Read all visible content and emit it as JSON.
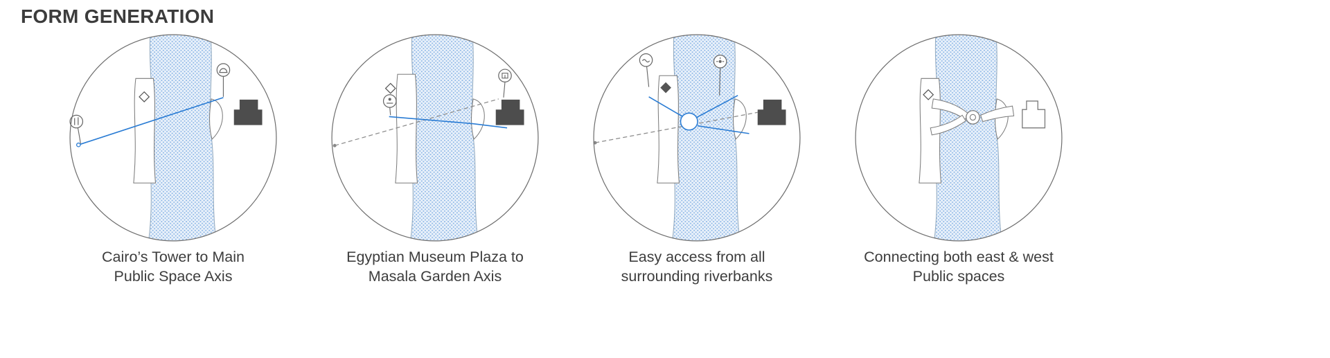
{
  "title": "FORM GENERATION",
  "colors": {
    "axis_blue": "#2a7cd4",
    "dashed_gray": "#8a8a8a",
    "outline_gray": "#6e6e6e",
    "river_dot_blue": "#8cb6e6",
    "river_bg": "#e9f1fa",
    "building_dark": "#4d4d4d",
    "text": "#3d3d3d"
  },
  "diagrams": [
    {
      "name": "cairo-tower-axis",
      "caption_line1": "Cairo’s Tower to Main",
      "caption_line2": "Public Space Axis"
    },
    {
      "name": "egyptian-museum-axis",
      "caption_line1": "Egyptian Museum Plaza to",
      "caption_line2": "Masala Garden Axis"
    },
    {
      "name": "riverbank-access",
      "caption_line1": "Easy access from all",
      "caption_line2": "surrounding riverbanks"
    },
    {
      "name": "east-west-connection",
      "caption_line1": "Connecting both east & west",
      "caption_line2": "Public spaces"
    }
  ]
}
